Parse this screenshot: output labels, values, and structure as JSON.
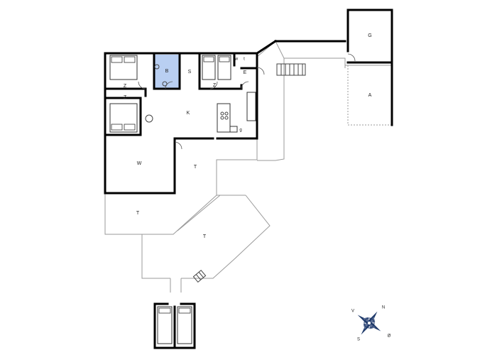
{
  "rooms": {
    "z_top": "Z",
    "b": "B",
    "s": "S",
    "z_mid": "Z",
    "e": "E",
    "w_small": "w",
    "t_small": "t",
    "z_left": "Z",
    "k": "K",
    "g_kitchen": "g",
    "w_living": "W",
    "t_right": "T",
    "t_left": "T",
    "t_terrace": "T",
    "g_garage": "G",
    "a_annex": "A"
  },
  "compass": {
    "n": "N",
    "v": "V",
    "s": "S",
    "o": "Ø"
  },
  "colors": {
    "bathroom": "#b9cff2",
    "walls": "#000000"
  }
}
